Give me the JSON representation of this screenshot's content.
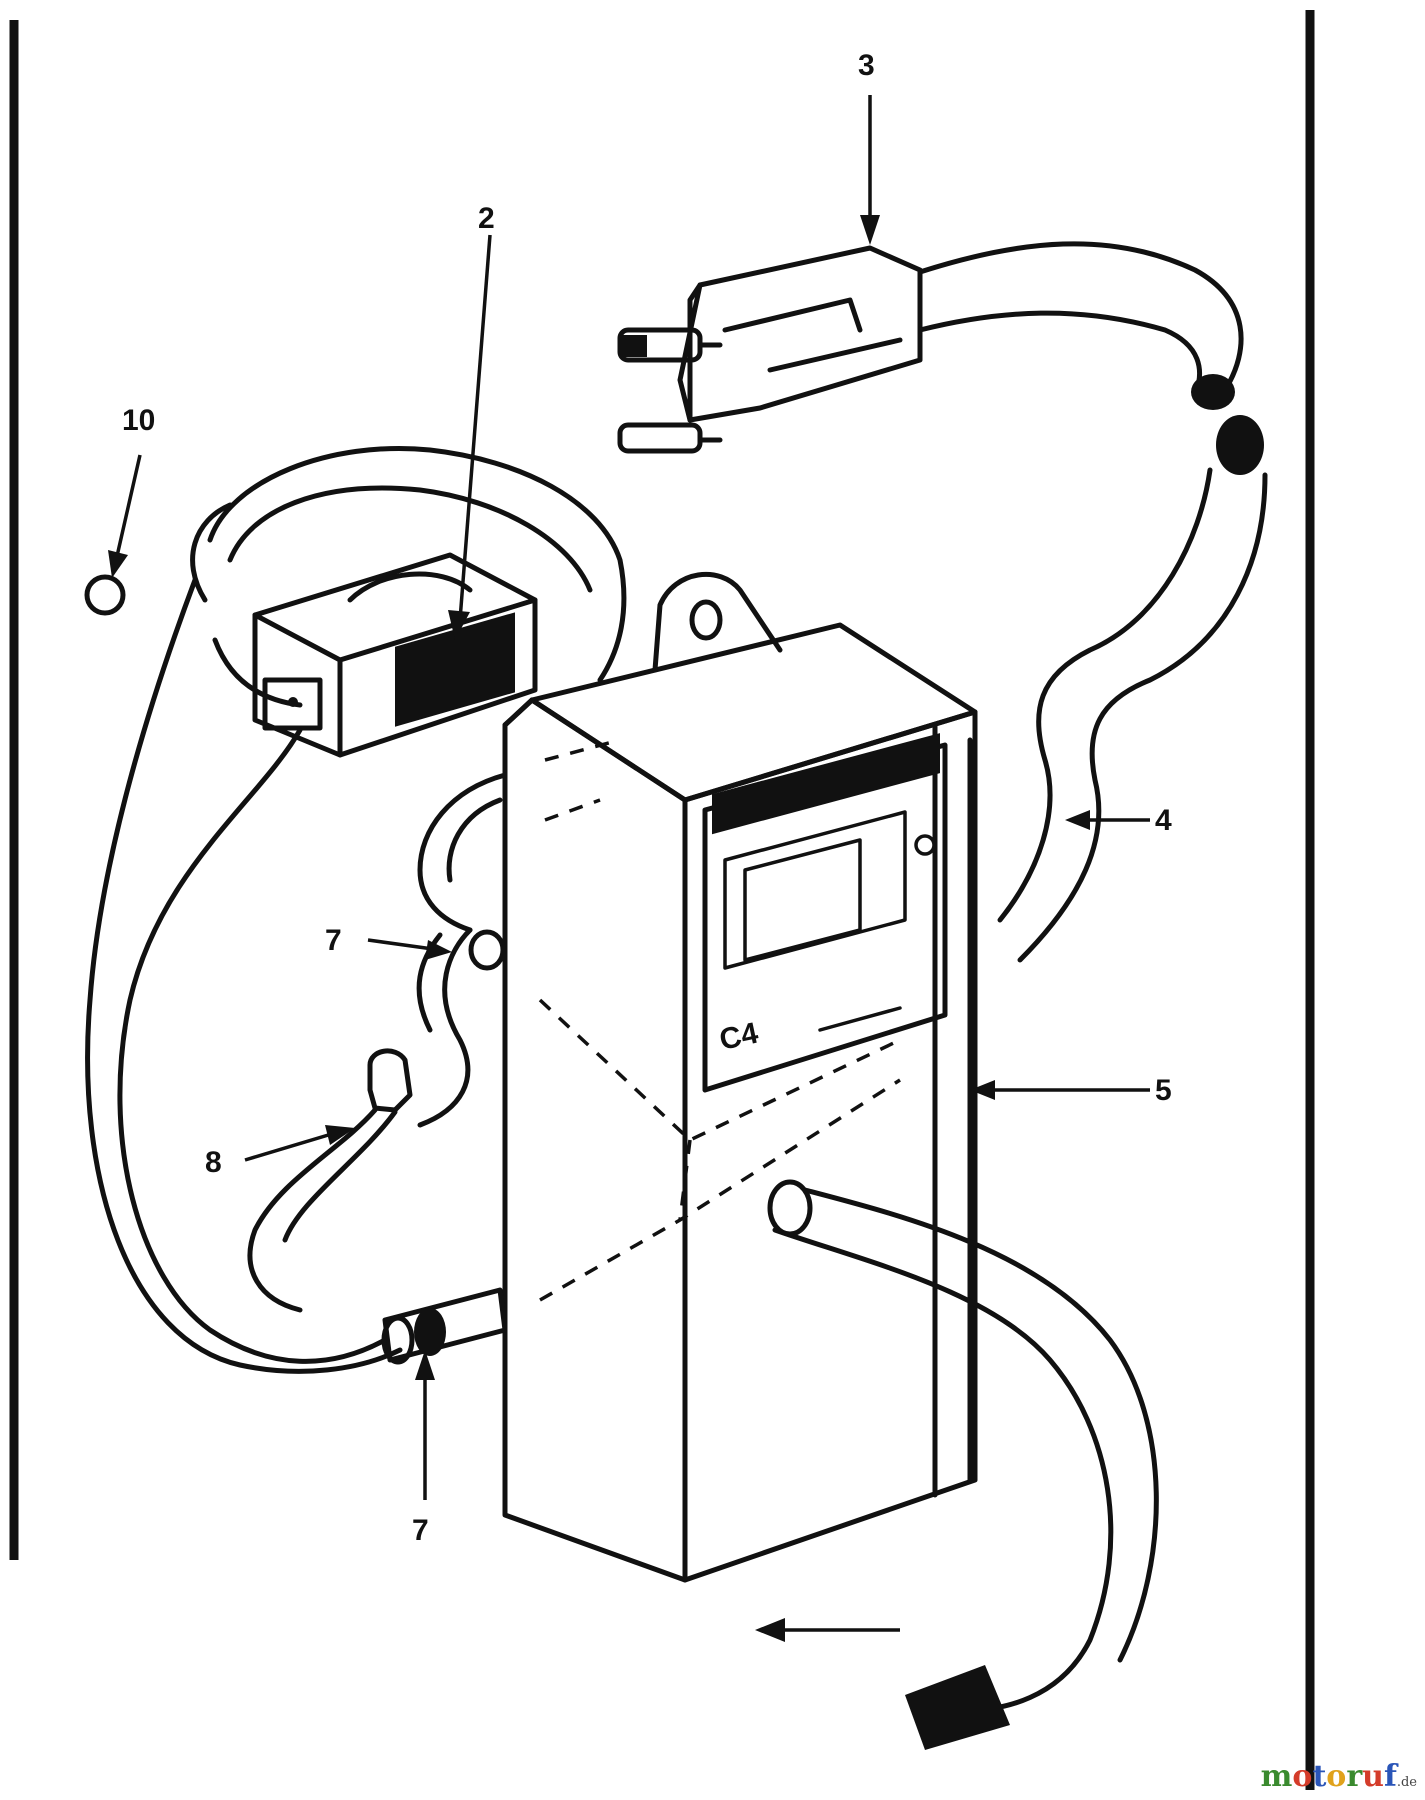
{
  "callouts": {
    "c2": "2",
    "c3": "3",
    "c4": "4",
    "c5": "5",
    "c7a": "7",
    "c7b": "7",
    "c8": "8",
    "c10": "10"
  },
  "watermark": {
    "letters": [
      "m",
      "o",
      "t",
      "o",
      "r",
      "u",
      "f"
    ],
    "letter_colors": [
      "#3a8a2e",
      "#d43c2a",
      "#2a55b8",
      "#e0a21c",
      "#3a8a2e",
      "#d43c2a",
      "#2a55b8"
    ],
    "tld": ".de"
  }
}
